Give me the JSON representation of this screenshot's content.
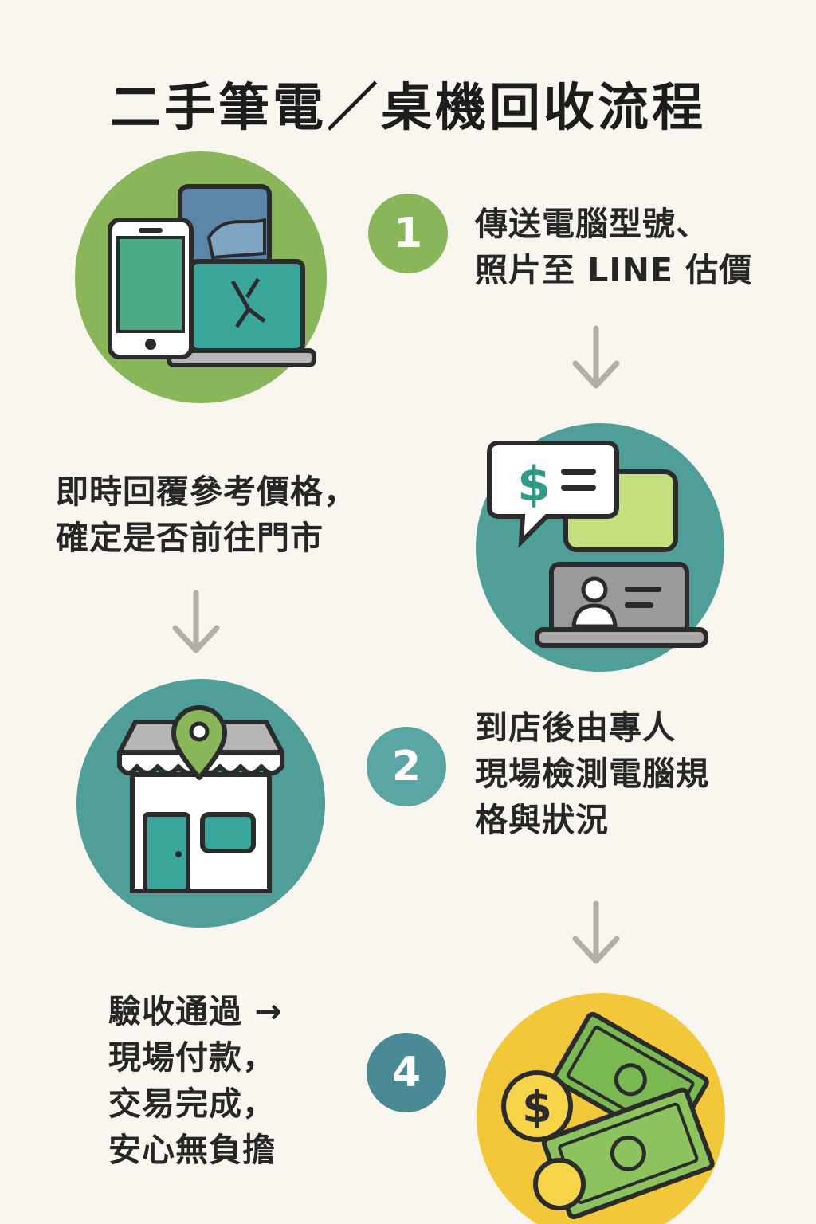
{
  "title": "二手筆電／桌機回收流程",
  "colors": {
    "background": "#f8f6ee",
    "green": "#8ab65a",
    "teal": "#4f9e98",
    "blue_teal": "#4a8a96",
    "yellow": "#f2c83a",
    "arrow": "#b4aea6"
  },
  "steps": [
    {
      "badge": "1",
      "lines": [
        "傳送電腦型號、",
        "照片至 LINE 估價"
      ],
      "icon": "broken-devices-icon"
    },
    {
      "lines": [
        "即時回覆參考價格，",
        "確定是否前往門市"
      ],
      "icon": "chat-quote-icon"
    },
    {
      "badge": "2",
      "lines": [
        "到店後由專人",
        "現場檢測電腦規",
        "格與狀況"
      ],
      "icon": "store-location-icon"
    },
    {
      "badge": "4",
      "lines": [
        "驗收通過 →",
        "現場付款，",
        "交易完成，",
        "安心無負擔"
      ],
      "icon": "cash-payment-icon"
    }
  ]
}
